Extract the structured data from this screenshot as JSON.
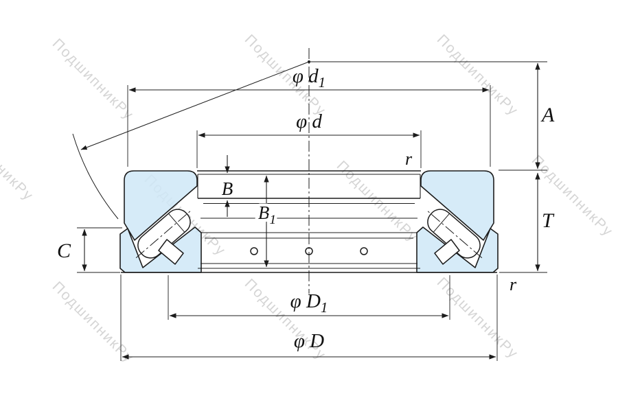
{
  "watermark": {
    "text": "ПодшипникРу"
  },
  "colors": {
    "washer_fill": "#cfe8f7",
    "line": "#1c1c1c",
    "watermark": "#b3b3b3"
  },
  "labels": {
    "d1": {
      "main": "φ d",
      "sub": "1"
    },
    "d": "φ d",
    "A": "A",
    "T": "T",
    "r_top": "r",
    "r_bottom": "r",
    "B": "B",
    "B1": {
      "main": "B",
      "sub": "1"
    },
    "C": "C",
    "D1": {
      "main": "φ D",
      "sub": "1"
    },
    "D": "φ D"
  }
}
